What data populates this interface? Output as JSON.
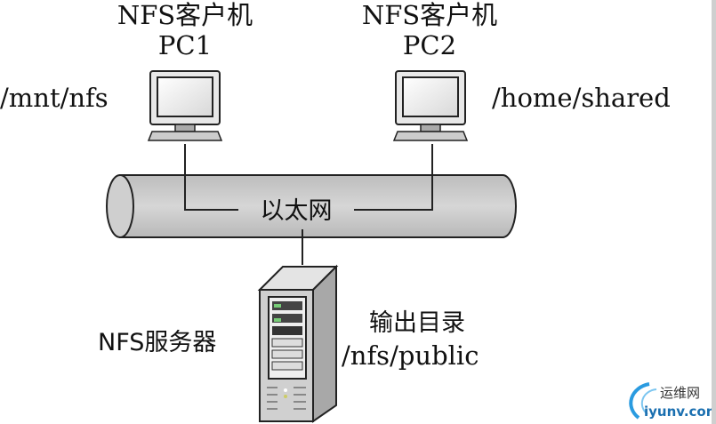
{
  "client1": {
    "title": "NFS客户机",
    "name": "PC1",
    "mount": "/mnt/nfs"
  },
  "client2": {
    "title": "NFS客户机",
    "name": "PC2",
    "mount": "/home/shared"
  },
  "network": {
    "label": "以太网"
  },
  "server": {
    "title": "NFS服务器",
    "export_title": "输出目录",
    "export_path": "/nfs/public"
  },
  "watermark": {
    "cn": "运维网",
    "url": "iyunv.com"
  }
}
